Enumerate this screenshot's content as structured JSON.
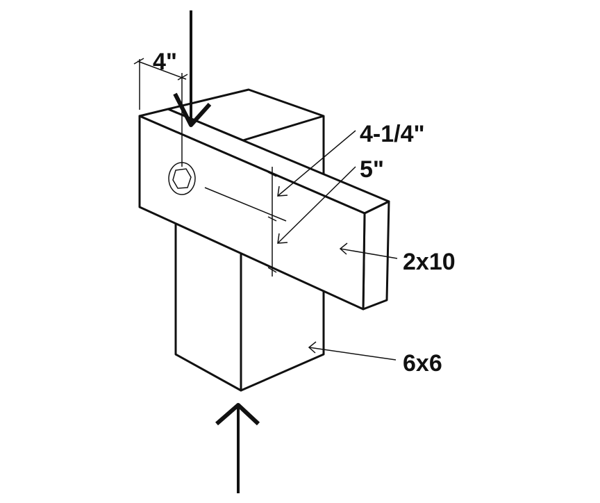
{
  "labels": {
    "bolt_offset": "4\"",
    "upper_dimension": "4-1/4\"",
    "lower_dimension": "5\"",
    "beam": "2x10",
    "post": "6x6"
  }
}
